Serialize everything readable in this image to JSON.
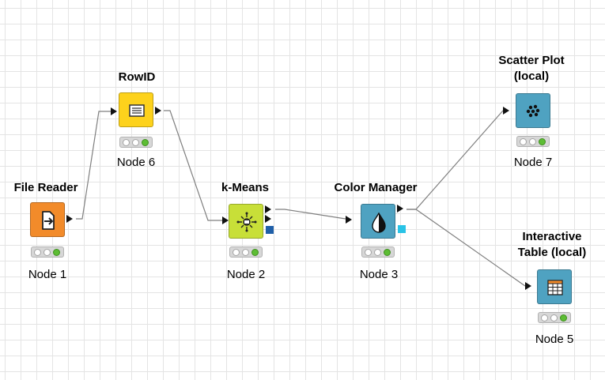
{
  "workflow": {
    "nodes": [
      {
        "id": "file-reader",
        "title": "File Reader",
        "label": "Node 1",
        "color": "#f28b2a",
        "icon": "file-import-icon"
      },
      {
        "id": "rowid",
        "title": "RowID",
        "label": "Node 6",
        "color": "#fdd21c",
        "icon": "table-list-icon"
      },
      {
        "id": "k-means",
        "title": "k-Means",
        "label": "Node 2",
        "color": "#c8df38",
        "icon": "cluster-icon"
      },
      {
        "id": "color-manager",
        "title": "Color Manager",
        "label": "Node 3",
        "color": "#4fa2c1",
        "icon": "color-drop-icon"
      },
      {
        "id": "scatter-plot",
        "title_lines": [
          "Scatter Plot",
          "(local)"
        ],
        "label": "Node 7",
        "color": "#4fa2c1",
        "icon": "scatter-dots-icon"
      },
      {
        "id": "interactive-table",
        "title_lines": [
          "Interactive",
          "Table (local)"
        ],
        "label": "Node 5",
        "color": "#4fa2c1",
        "icon": "table-grid-icon"
      }
    ],
    "status_colors": {
      "executed": "#5dbd34",
      "idle": "#ffffff"
    },
    "model_port_colors": {
      "k-means": "#1f5fa8",
      "color-manager": "#29c3e6"
    }
  }
}
